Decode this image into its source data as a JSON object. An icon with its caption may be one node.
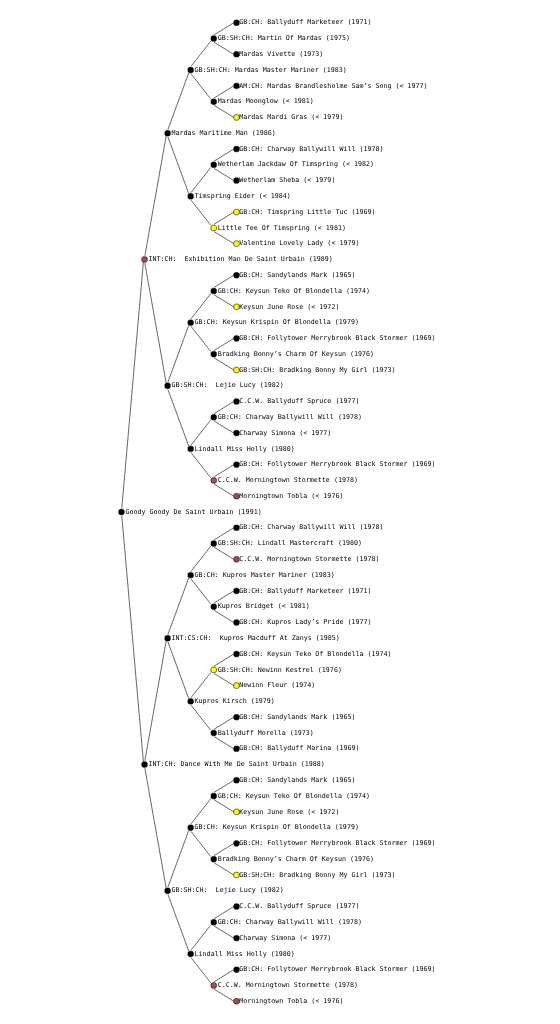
{
  "diagram": {
    "nodes": [
      {
        "text": [],
        "shape": "circle",
        "beside": [
          "GB:CH: Ballyduff Marketeer (1971)"
        ]
      },
      {
        "text": [],
        "shape": "circle",
        "beside": [
          "GB:SH:CH: Martin Of Mardas (1975)"
        ]
      },
      {
        "text": [],
        "shape": "circle",
        "beside": [
          "Mardas Vivette (1973)"
        ]
      },
      {
        "text": [],
        "shape": "circle",
        "beside": [
          "GB:SH:CH: Mardas Master Mariner (1983)"
        ]
      },
      {
        "text": [],
        "shape": "circle",
        "beside": [
          "AM:CH: Mardas Brandlesholme Sam’s Song (< 1977)"
        ]
      },
      {
        "text": [],
        "shape": "circle",
        "beside": [
          "Mardas Moonglow (< 1981)"
        ]
      },
      {
        "text": [],
        "shape": "circle",
        "beside": [
          "Mardas Mardi Gras (< 1979)"
        ]
      },
      {
        "text": [],
        "shape": "circle",
        "beside": [
          "Mardas Maritime Man (1986)"
        ]
      },
      {
        "text": [],
        "shape": "circle",
        "beside": [
          "GB:CH: Charway Ballywill Will (1978)"
        ]
      },
      {
        "text": [],
        "shape": "circle",
        "beside": [
          "Wetherlam Jackdaw Of Timspring (< 1982)"
        ]
      },
      {
        "text": [],
        "shape": "circle",
        "beside": [
          "Wetherlam Sheba (< 1979)"
        ]
      },
      {
        "text": [],
        "shape": "circle",
        "beside": [
          "Timspring Eider (< 1984)"
        ]
      },
      {
        "text": [],
        "shape": "circle",
        "beside": [
          "GB:CH: Timspring Little Tuc (1969)"
        ]
      },
      {
        "text": [],
        "shape": "circle",
        "beside": [
          "Little Tee Of Timspring (< 1981)"
        ]
      },
      {
        "text": [],
        "shape": "circle",
        "beside": [
          "Valentine Lovely Lady (< 1979)"
        ]
      },
      {
        "text": [],
        "shape": "circle",
        "beside": [
          "INT:CH:  Exhibition Man De Saint Urbain (1989)"
        ]
      },
      {
        "text": [],
        "shape": "circle",
        "beside": [
          "GB:CH: Sandylands Mark (1965)"
        ]
      },
      {
        "text": [],
        "shape": "circle",
        "beside": [
          "GB:CH: Keysun Teko Of Blondella (1974)"
        ]
      },
      {
        "text": [],
        "shape": "circle",
        "beside": [
          "Keysun June Rose (< 1972)"
        ]
      },
      {
        "text": [],
        "shape": "circle",
        "beside": [
          "GB:CH: Keysun Krispin Of Blondella (1979)"
        ]
      },
      {
        "text": [],
        "shape": "circle",
        "beside": [
          "GB:CH: Follytower Merrybrook Black Stormer (1969)"
        ]
      },
      {
        "text": [],
        "shape": "circle",
        "beside": [
          "Bradking Bonny’s Charm Of Keysun (1976)"
        ]
      },
      {
        "text": [],
        "shape": "circle",
        "beside": [
          "GB:SH:CH: Bradking Bonny My Girl (1973)"
        ]
      },
      {
        "text": [],
        "shape": "circle",
        "beside": [
          "GB:SH:CH:  Lejie Lucy (1982)"
        ]
      },
      {
        "text": [],
        "shape": "circle",
        "beside": [
          "C.C.W. Ballyduff Spruce (1977)"
        ]
      },
      {
        "text": [],
        "shape": "circle",
        "beside": [
          "GB:CH: Charway Ballywill Will (1978)"
        ]
      },
      {
        "text": [],
        "shape": "circle",
        "beside": [
          "Charway Simona (< 1977)"
        ]
      },
      {
        "text": [],
        "shape": "circle",
        "beside": [
          "Lindall Miss Holly (1980)"
        ]
      },
      {
        "text": [],
        "shape": "circle",
        "beside": [
          "GB:CH: Follytower Merrybrook Black Stormer (1969)"
        ]
      },
      {
        "text": [],
        "shape": "circle",
        "beside": [
          "C.C.W. Morningtown Stormette (1978)"
        ]
      },
      {
        "text": [],
        "shape": "circle",
        "beside": [
          "Morningtown Tobla (< 1976)"
        ]
      },
      {
        "text": [],
        "shape": "circle",
        "beside": [
          "Goody Goody De Saint Urbain (1991)"
        ]
      },
      {
        "text": [],
        "shape": "circle",
        "beside": [
          "GB:CH: Charway Ballywill Will (1978)"
        ]
      },
      {
        "text": [],
        "shape": "circle",
        "beside": [
          "GB:SH:CH: Lindall Mastercraft (1980)"
        ]
      },
      {
        "text": [],
        "shape": "circle",
        "beside": [
          "C.C.W. Morningtown Stormette (1978)"
        ]
      },
      {
        "text": [],
        "shape": "circle",
        "beside": [
          "GB:CH: Kupros Master Mariner (1983)"
        ]
      },
      {
        "text": [],
        "shape": "circle",
        "beside": [
          "GB:CH: Ballyduff Marketeer (1971)"
        ]
      },
      {
        "text": [],
        "shape": "circle",
        "beside": [
          "Kupros Bridget (< 1981)"
        ]
      },
      {
        "text": [],
        "shape": "circle",
        "beside": [
          "GB:CH: Kupros Lady’s Pride (1977)"
        ]
      },
      {
        "text": [],
        "shape": "circle",
        "beside": [
          "INT:CS:CH:  Kupros Macduff At Zanys (1985)"
        ]
      },
      {
        "text": [],
        "shape": "circle",
        "beside": [
          "GB:CH: Keysun Teko Of Blondella (1974)"
        ]
      },
      {
        "text": [],
        "shape": "circle",
        "beside": [
          "GB:SH:CH: Newinn Kestrel (1976)"
        ]
      },
      {
        "text": [],
        "shape": "circle",
        "beside": [
          "Newinn Fleur (1974)"
        ]
      },
      {
        "text": [],
        "shape": "circle",
        "beside": [
          "Kupros Kirsch (1979)"
        ]
      },
      {
        "text": [],
        "shape": "circle",
        "beside": [
          "GB:CH: Sandylands Mark (1965)"
        ]
      },
      {
        "text": [],
        "shape": "circle",
        "beside": [
          "Ballyduff Morella (1973)"
        ]
      },
      {
        "text": [],
        "shape": "circle",
        "beside": [
          "GB:CH: Ballyduff Marina (1969)"
        ]
      },
      {
        "text": [],
        "shape": "circle",
        "beside": [
          "INT:CH: Dance With Me De Saint Urbain (1988)"
        ]
      },
      {
        "text": [],
        "shape": "circle",
        "beside": [
          "GB:CH: Sandylands Mark (1965)"
        ]
      },
      {
        "text": [],
        "shape": "circle",
        "beside": [
          "GB:CH: Keysun Teko Of Blondella (1974)"
        ]
      },
      {
        "text": [],
        "shape": "circle",
        "beside": [
          "Keysun June Rose (< 1972)"
        ]
      },
      {
        "text": [],
        "shape": "circle",
        "beside": [
          "GB:CH: Keysun Krispin Of Blondella (1979)"
        ]
      },
      {
        "text": [],
        "shape": "circle",
        "beside": [
          "GB:CH: Follytower Merrybrook Black Stormer (1969)"
        ]
      },
      {
        "text": [],
        "shape": "circle",
        "beside": [
          "Bradking Bonny’s Charm Of Keysun (1976)"
        ]
      },
      {
        "text": [],
        "shape": "circle",
        "beside": [
          "GB:SH:CH: Bradking Bonny My Girl (1973)"
        ]
      },
      {
        "text": [],
        "shape": "circle",
        "beside": [
          "GB:SH:CH:  Lejie Lucy (1982)"
        ]
      },
      {
        "text": [],
        "shape": "circle",
        "beside": [
          "C.C.W. Ballyduff Spruce (1977)"
        ]
      },
      {
        "text": [],
        "shape": "circle",
        "beside": [
          "GB:CH: Charway Ballywill Will (1978)"
        ]
      },
      {
        "text": [],
        "shape": "circle",
        "beside": [
          "Charway Simona (< 1977)"
        ]
      },
      {
        "text": [],
        "shape": "circle",
        "beside": [
          "Lindall Miss Holly (1980)"
        ]
      },
      {
        "text": [],
        "shape": "circle",
        "beside": [
          "GB:CH: Follytower Merrybrook Black Stormer (1969)"
        ]
      },
      {
        "text": [],
        "shape": "circle",
        "beside": [
          "C.C.W. Morningtown Stormette (1978)"
        ]
      },
      {
        "text": [],
        "shape": "circle",
        "beside": [
          "Morningtown Tobla (< 1976)"
        ]
      }
    ],
    "edges": [
      {
        "from": 31,
        "to": 15,
        "arrow": "none"
      },
      {
        "from": 31,
        "to": 47,
        "arrow": "none"
      },
      {
        "from": 15,
        "to": 7,
        "arrow": "none"
      },
      {
        "from": 15,
        "to": 23,
        "arrow": "none"
      },
      {
        "from": 7,
        "to": 3,
        "arrow": "none"
      },
      {
        "from": 7,
        "to": 11,
        "arrow": "none"
      },
      {
        "from": 3,
        "to": 1,
        "arrow": "none"
      },
      {
        "from": 3,
        "to": 5,
        "arrow": "none"
      },
      {
        "from": 1,
        "to": 0,
        "arrow": "none"
      },
      {
        "from": 1,
        "to": 2,
        "arrow": "none"
      },
      {
        "from": 5,
        "to": 4,
        "arrow": "none"
      },
      {
        "from": 5,
        "to": 6,
        "arrow": "none"
      },
      {
        "from": 11,
        "to": 9,
        "arrow": "none"
      },
      {
        "from": 11,
        "to": 13,
        "arrow": "none"
      },
      {
        "from": 9,
        "to": 8,
        "arrow": "none"
      },
      {
        "from": 9,
        "to": 10,
        "arrow": "none"
      },
      {
        "from": 13,
        "to": 12,
        "arrow": "none"
      },
      {
        "from": 13,
        "to": 14,
        "arrow": "none"
      },
      {
        "from": 23,
        "to": 19,
        "arrow": "none"
      },
      {
        "from": 23,
        "to": 27,
        "arrow": "none"
      },
      {
        "from": 19,
        "to": 17,
        "arrow": "none"
      },
      {
        "from": 19,
        "to": 21,
        "arrow": "none"
      },
      {
        "from": 17,
        "to": 16,
        "arrow": "none"
      },
      {
        "from": 17,
        "to": 18,
        "arrow": "none"
      },
      {
        "from": 21,
        "to": 20,
        "arrow": "none"
      },
      {
        "from": 21,
        "to": 22,
        "arrow": "none"
      },
      {
        "from": 27,
        "to": 25,
        "arrow": "none"
      },
      {
        "from": 27,
        "to": 29,
        "arrow": "none"
      },
      {
        "from": 25,
        "to": 24,
        "arrow": "none"
      },
      {
        "from": 25,
        "to": 26,
        "arrow": "none"
      },
      {
        "from": 29,
        "to": 28,
        "arrow": "none"
      },
      {
        "from": 29,
        "to": 30,
        "arrow": "none"
      },
      {
        "from": 47,
        "to": 39,
        "arrow": "none"
      },
      {
        "from": 47,
        "to": 55,
        "arrow": "none"
      },
      {
        "from": 39,
        "to": 35,
        "arrow": "none"
      },
      {
        "from": 39,
        "to": 43,
        "arrow": "none"
      },
      {
        "from": 35,
        "to": 33,
        "arrow": "none"
      },
      {
        "from": 35,
        "to": 37,
        "arrow": "none"
      },
      {
        "from": 33,
        "to": 32,
        "arrow": "none"
      },
      {
        "from": 33,
        "to": 34,
        "arrow": "none"
      },
      {
        "from": 37,
        "to": 36,
        "arrow": "none"
      },
      {
        "from": 37,
        "to": 38,
        "arrow": "none"
      },
      {
        "from": 43,
        "to": 41,
        "arrow": "none"
      },
      {
        "from": 43,
        "to": 45,
        "arrow": "none"
      },
      {
        "from": 41,
        "to": 40,
        "arrow": "none"
      },
      {
        "from": 41,
        "to": 42,
        "arrow": "none"
      },
      {
        "from": 45,
        "to": 44,
        "arrow": "none"
      },
      {
        "from": 45,
        "to": 46,
        "arrow": "none"
      },
      {
        "from": 55,
        "to": 51,
        "arrow": "none"
      },
      {
        "from": 55,
        "to": 59,
        "arrow": "none"
      },
      {
        "from": 51,
        "to": 49,
        "arrow": "none"
      },
      {
        "from": 51,
        "to": 53,
        "arrow": "none"
      },
      {
        "from": 49,
        "to": 48,
        "arrow": "none"
      },
      {
        "from": 49,
        "to": 50,
        "arrow": "none"
      },
      {
        "from": 53,
        "to": 52,
        "arrow": "none"
      },
      {
        "from": 53,
        "to": 54,
        "arrow": "none"
      },
      {
        "from": 59,
        "to": 57,
        "arrow": "none"
      },
      {
        "from": 59,
        "to": 61,
        "arrow": "none"
      },
      {
        "from": 57,
        "to": 56,
        "arrow": "none"
      },
      {
        "from": 57,
        "to": 58,
        "arrow": "none"
      },
      {
        "from": 61,
        "to": 60,
        "arrow": "none"
      },
      {
        "from": 61,
        "to": 62,
        "arrow": "none"
      }
    ]
  }
}
